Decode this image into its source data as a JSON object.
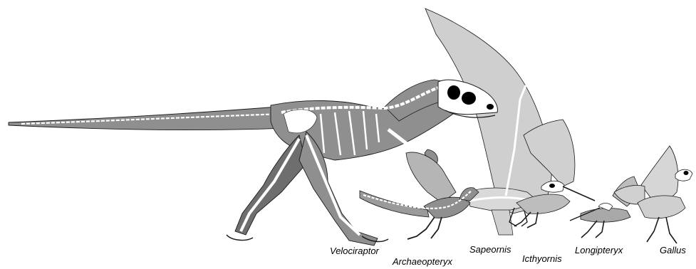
{
  "figure": {
    "species": [
      {
        "key": "velociraptor",
        "name": "Velociraptor"
      },
      {
        "key": "archaeopteryx",
        "name": "Archaeopteryx"
      },
      {
        "key": "sapeornis",
        "name": "Sapeornis"
      },
      {
        "key": "icthyornis",
        "name": "Icthyornis"
      },
      {
        "key": "longipteryx",
        "name": "Longipteryx"
      },
      {
        "key": "gallus",
        "name": "Gallus"
      }
    ],
    "colors": {
      "body_fill": "#8f8f8f",
      "body_dark": "#6e6e6e",
      "wing_fill": "#c9c9c9",
      "wing_light": "#d9d9d9",
      "bone": "#ffffff",
      "outline": "#1a1a1a",
      "skull_hole": "#000000",
      "label": "#000000"
    }
  }
}
